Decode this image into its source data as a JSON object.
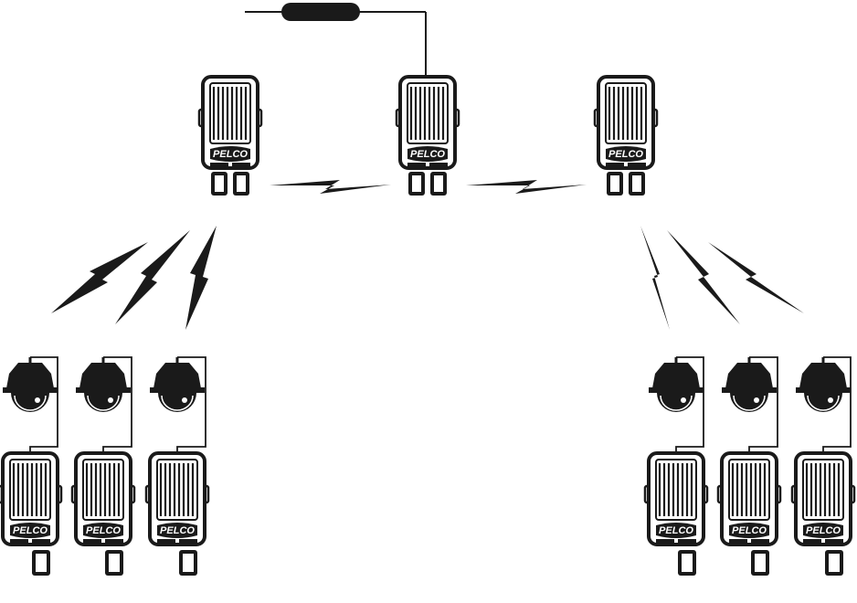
{
  "diagram": {
    "brand_text": "PELCO",
    "colors": {
      "ink": "#1a1a1a",
      "background": "#ffffff"
    },
    "components": {
      "network_link": "network-cable-connector",
      "base_radio": "pelco-wireless-radio",
      "remote_radio": "pelco-wireless-radio",
      "camera": "ptz-dome-camera",
      "wireless_link": "lightning-bolt-icon"
    },
    "counts": {
      "base_radios": 3,
      "left_cameras": 3,
      "right_cameras": 3
    }
  }
}
